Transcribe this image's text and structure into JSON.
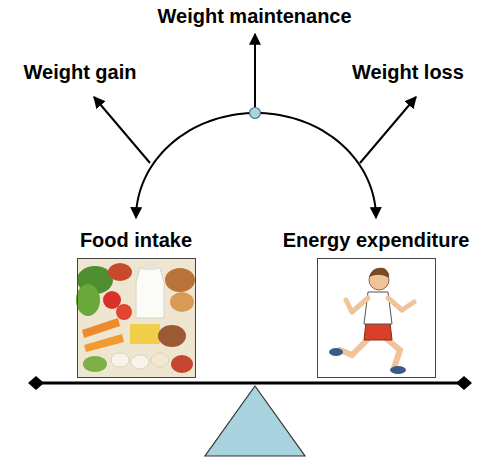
{
  "diagram": {
    "nodes": [
      {
        "text": [
          "Food intake"
        ]
      },
      {
        "text": [
          "Energy expenditure"
        ]
      }
    ],
    "edges": [
      {
        "from": 0,
        "to": 1,
        "arrow": "both"
      }
    ],
    "labels": [
      "Weight maintenance",
      "Weight gain",
      "Weight loss"
    ]
  }
}
